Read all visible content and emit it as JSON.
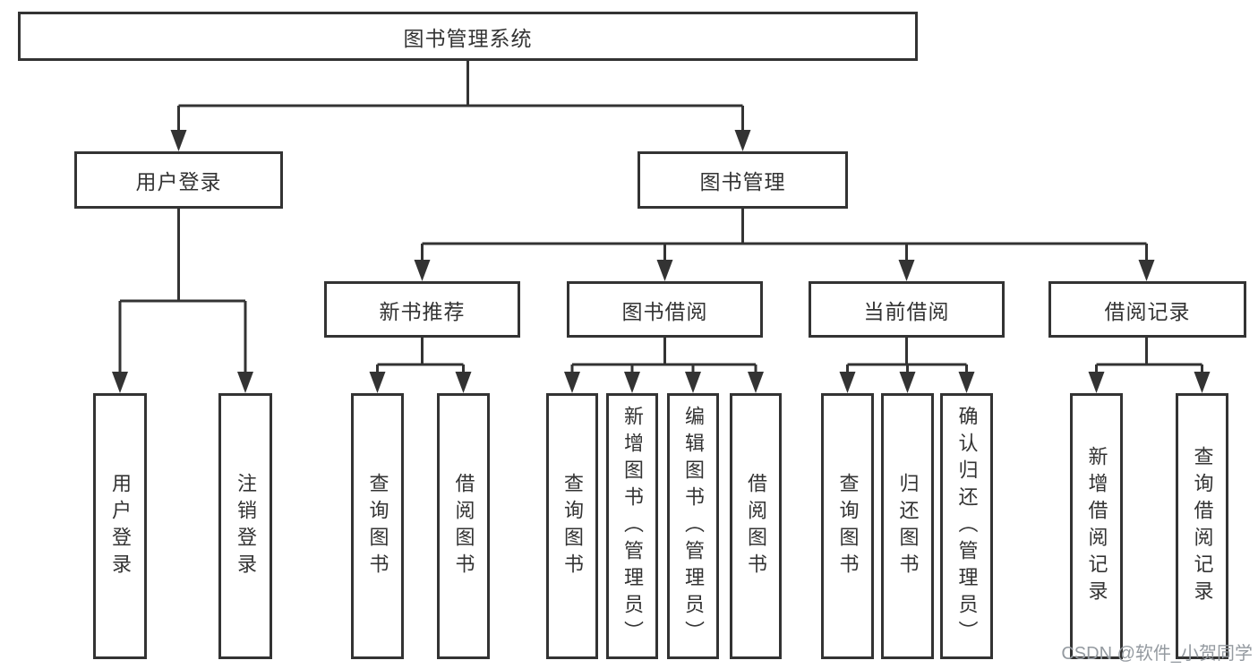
{
  "tree": {
    "root": {
      "label": "图书管理系统"
    },
    "branches": [
      {
        "label": "用户登录",
        "leaves": [
          "用户登录",
          "注销登录"
        ]
      },
      {
        "label": "图书管理",
        "children": [
          {
            "label": "新书推荐",
            "leaves": [
              "查询图书",
              "借阅图书"
            ]
          },
          {
            "label": "图书借阅",
            "leaves": [
              "查询图书",
              "新增图书（管理员）",
              "编辑图书（管理员）",
              "借阅图书"
            ]
          },
          {
            "label": "当前借阅",
            "leaves": [
              "查询图书",
              "归还图书",
              "确认归还（管理员）"
            ]
          },
          {
            "label": "借阅记录",
            "leaves": [
              "新增借阅记录",
              "查询借阅记录"
            ]
          }
        ]
      }
    ]
  },
  "watermark": {
    "text": "CSDN @软件_小贺同学"
  },
  "colors": {
    "line": "#333333",
    "box_border": "#333333",
    "text": "#333333",
    "watermark": "#949aa0",
    "background": "#ffffff"
  }
}
